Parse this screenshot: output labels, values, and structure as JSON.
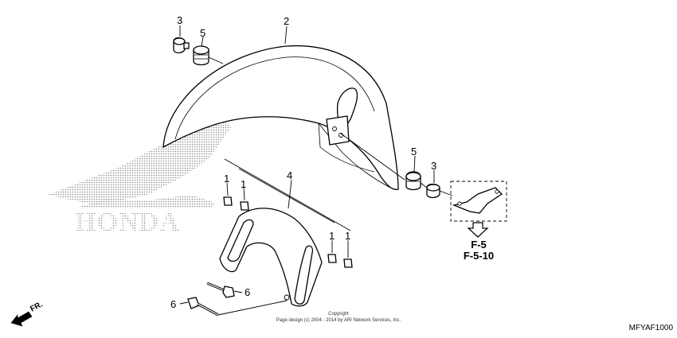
{
  "diagram": {
    "brand_watermark": "HONDA",
    "callouts": {
      "c1a": "1",
      "c1b": "1",
      "c1c": "1",
      "c1d": "1",
      "c2": "2",
      "c3a": "3",
      "c3b": "3",
      "c4": "4",
      "c5a": "5",
      "c5b": "5",
      "c6a": "6",
      "c6b": "6"
    },
    "references": [
      "F-5",
      "F-5-10"
    ],
    "copyright_line1": "Copyright",
    "copyright_line2": "Page design (c) 2004 - 2014 by ARI Network Services, Inc.",
    "direction_label": "FR.",
    "diagram_code": "MFYAF1000"
  }
}
